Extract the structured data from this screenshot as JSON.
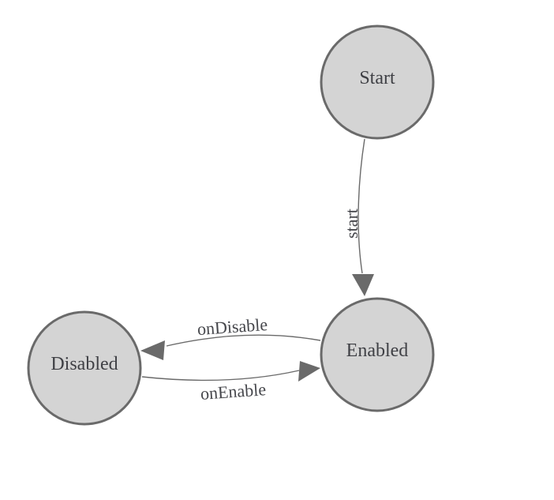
{
  "diagram": {
    "type": "state-machine",
    "background": "#ffffff",
    "colors": {
      "node_fill": "#d4d4d4",
      "node_stroke": "#6a6a6a",
      "edge_stroke": "#6a6a6a",
      "arrow_fill": "#6a6a6a",
      "node_text": "#3f4045",
      "edge_text": "#46474c"
    },
    "nodes": {
      "start": {
        "label": "Start"
      },
      "enabled": {
        "label": "Enabled"
      },
      "disabled": {
        "label": "Disabled"
      }
    },
    "edges": {
      "start_to_enabled": {
        "label": "start",
        "from": "Start",
        "to": "Enabled"
      },
      "enabled_to_disabled": {
        "label": "onDisable",
        "from": "Enabled",
        "to": "Disabled"
      },
      "disabled_to_enabled": {
        "label": "onEnable",
        "from": "Disabled",
        "to": "Enabled"
      }
    }
  }
}
